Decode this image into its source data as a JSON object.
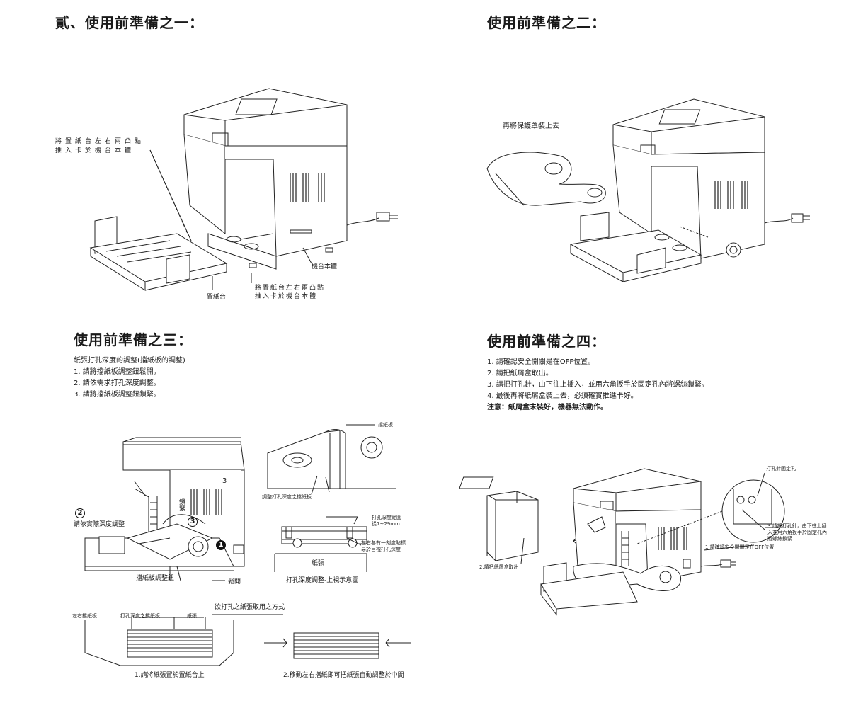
{
  "section1": {
    "title": "貳、使用前準備之一：",
    "note_left_l1": "將置紙台左右兩凸點",
    "note_left_l2": "推入卡於機台本體",
    "label_body": "機台本體",
    "label_tray": "置紙台",
    "note_bottom_l1": "將置紙台左右兩凸點",
    "note_bottom_l2": "推入卡於機台本體"
  },
  "section2": {
    "title": "使用前準備之二：",
    "note": "再將保護罩裝上去"
  },
  "section3": {
    "title": "使用前準備之三：",
    "lines": [
      "紙張打孔深度的調整(擋紙板的調整)",
      "1. 請將擋紙板調整鈕鬆開。",
      "2. 請依需求打孔深度調整。",
      "3. 請將擋紙板調整鈕鎖緊。"
    ],
    "labels": {
      "guide": "擋紙板",
      "guide_detail": "調整打孔深度之擋紙板",
      "range_l1": "打孔深度範圍",
      "range_l2": "從7~29mm",
      "marks_l1": "左右各有一刻度貼標",
      "marks_l2": "易於目視打孔深度",
      "paper": "紙張",
      "guide_hint": "打孔深度調整-上視示意圖",
      "adjust_text": "請依實際深度調整",
      "knob": "擋紙板調整鈕",
      "loosen": "鬆開",
      "lock": "鎖緊",
      "n1": "1",
      "n2": "2",
      "n3": "3",
      "n3b": "3"
    },
    "placement": {
      "title": "欲打孔之紙張取用之方式",
      "left_guides": "左右擋紙板",
      "depth_guide": "打孔深度之擋紙板",
      "paper": "紙張",
      "step1": "1.請將紙張置於置紙台上",
      "step2": "2.移動左右擋紙即可把紙張自動調整於中間"
    }
  },
  "section4": {
    "title": "使用前準備之四：",
    "lines": [
      "1. 請確認安全開關是在OFF位置。",
      "2. 請把紙屑盒取出。",
      "3. 請把打孔針，由下往上插入，並用六角扳手於固定孔內將螺絲鎖緊。",
      "4. 最後再將紙屑盒裝上去，必須確實推進卡好。"
    ],
    "warning": "注意：紙屑盒未裝好，機器無法動作。",
    "labels": {
      "fix_hole": "打孔針固定孔",
      "insert_l1": "3.請把打孔針，由下往上插",
      "insert_l2": "入並用六角扳手於固定孔內",
      "insert_l3": "將螺絲鎖緊",
      "off_switch": "1.請確認安全開關是在OFF位置",
      "remove_box": "2.請把紙屑盒取出"
    }
  }
}
